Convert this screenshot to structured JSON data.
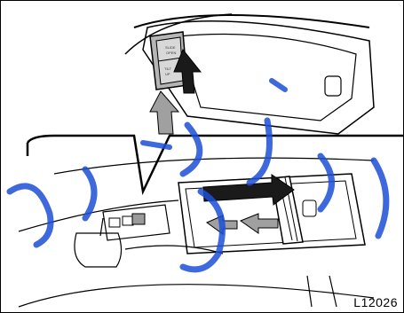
{
  "figure": {
    "code": "L12026",
    "switch_labels": [
      "SLIDE",
      "OPEN",
      "TILT",
      "UP"
    ]
  },
  "colors": {
    "line": "#000000",
    "arrow_dark": "#1a1a1a",
    "arrow_gray": "#a0a0a0",
    "watermark": "#1d4fd8"
  },
  "icons": [
    "slide-open-arrow",
    "tilt-up-arrow",
    "slide-close-arrow"
  ]
}
